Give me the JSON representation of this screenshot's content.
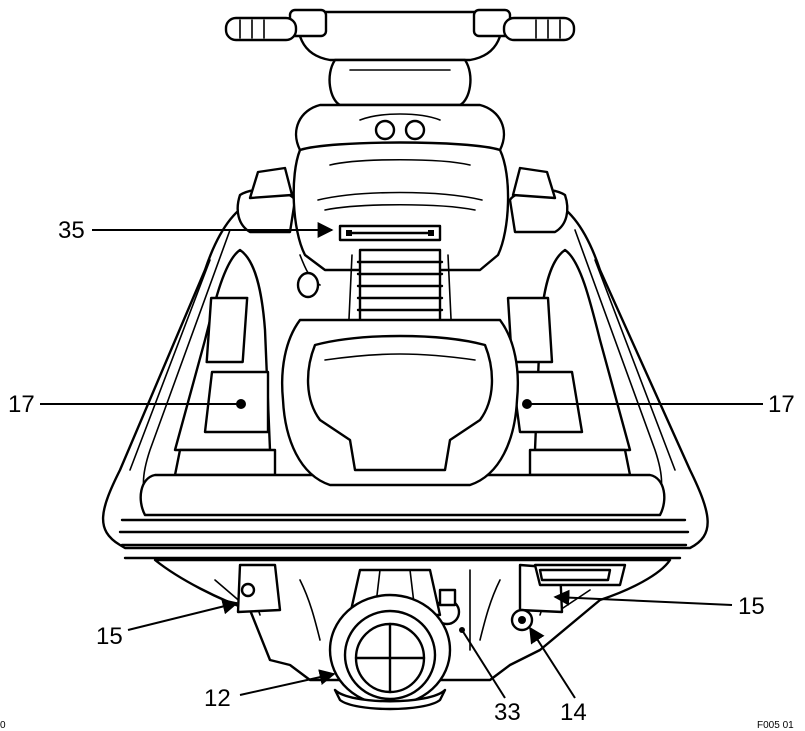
{
  "callouts": [
    {
      "id": "c35",
      "label": "35"
    },
    {
      "id": "c17l",
      "label": "17"
    },
    {
      "id": "c17r",
      "label": "17"
    },
    {
      "id": "c15l",
      "label": "15"
    },
    {
      "id": "c15r",
      "label": "15"
    },
    {
      "id": "c12",
      "label": "12"
    },
    {
      "id": "c33",
      "label": "33"
    },
    {
      "id": "c14",
      "label": "14"
    }
  ],
  "figure_code": "F005 01",
  "corner_mark": "0"
}
